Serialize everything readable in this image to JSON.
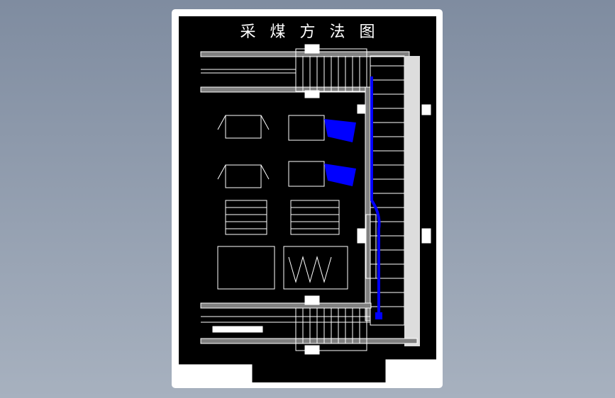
{
  "drawing": {
    "title_chars": [
      "采",
      "煤",
      "方",
      "法",
      "图"
    ],
    "colors": {
      "background_top": "#7f8ca0",
      "background_bottom": "#a7b1bf",
      "paper": "#ffffff",
      "canvas": "#000000",
      "lines": "#ffffff",
      "roadway": "#808080",
      "support": "#0000ff"
    }
  }
}
